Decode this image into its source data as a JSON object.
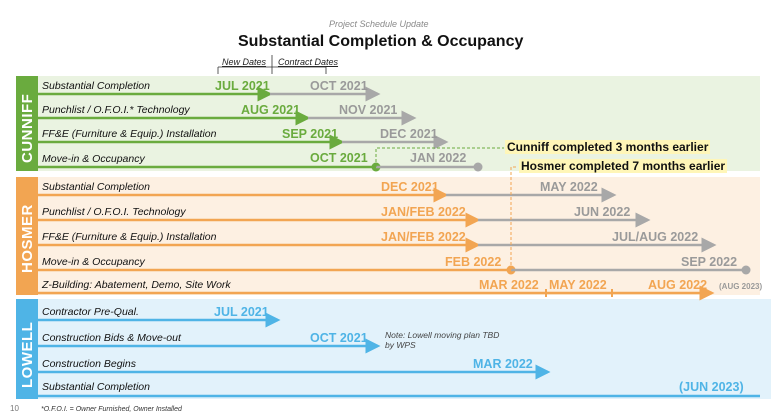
{
  "header": {
    "subtitle": "Project Schedule Update",
    "title": "Substantial Completion & Occupancy",
    "new_dates_label": "New Dates",
    "contract_dates_label": "Contract Dates"
  },
  "colors": {
    "cunniff": "#6aab3e",
    "cunniff_bg": "#eaf3e1",
    "hosmer": "#f2a552",
    "hosmer_bg": "#fdf0e2",
    "lowell": "#4fb4e6",
    "lowell_bg": "#e2f2fb",
    "contract": "#a8a8a8",
    "callout_bg": "#fff6b8"
  },
  "sections": [
    {
      "name": "CUNNIFF",
      "color_key": "cunniff",
      "rows": [
        {
          "label": "Substantial Completion",
          "new_date": "JUL 2021",
          "contract_date": "OCT 2021"
        },
        {
          "label": "Punchlist / O.F.O.I.* Technology",
          "new_date": "AUG 2021",
          "contract_date": "NOV 2021"
        },
        {
          "label": "FF&E (Furniture & Equip.) Installation",
          "new_date": "SEP 2021",
          "contract_date": "DEC 2021"
        },
        {
          "label": "Move-in & Occupancy",
          "new_date": "OCT 2021",
          "contract_date": "JAN 2022"
        }
      ]
    },
    {
      "name": "HOSMER",
      "color_key": "hosmer",
      "rows": [
        {
          "label": "Substantial Completion",
          "new_date": "DEC 2021",
          "contract_date": "MAY 2022"
        },
        {
          "label": "Punchlist / O.F.O.I. Technology",
          "new_date": "JAN/FEB 2022",
          "contract_date": "JUN 2022"
        },
        {
          "label": "FF&E (Furniture & Equip.) Installation",
          "new_date": "JAN/FEB 2022",
          "contract_date": "JUL/AUG 2022"
        },
        {
          "label": "Move-in & Occupancy",
          "new_date": "FEB 2022",
          "contract_date": "SEP 2022"
        },
        {
          "label": "Z-Building: Abatement, Demo, Site Work",
          "dates": [
            "MAR 2022",
            "MAY 2022",
            "AUG 2022"
          ],
          "contract_date": "(AUG 2023)"
        }
      ]
    },
    {
      "name": "LOWELL",
      "color_key": "lowell",
      "rows": [
        {
          "label": "Contractor Pre-Qual.",
          "new_date": "JUL 2021"
        },
        {
          "label": "Construction Bids & Move-out",
          "new_date": "OCT 2021",
          "note": "Note: Lowell moving plan TBD by WPS"
        },
        {
          "label": "Construction Begins",
          "new_date": "MAR 2022"
        },
        {
          "label": "Substantial Completion",
          "new_date": "(JUN 2023)"
        }
      ]
    }
  ],
  "callouts": {
    "cunniff": "Cunniff completed 3 months earlier",
    "hosmer": "Hosmer completed 7 months earlier"
  },
  "footnote": "*O.F.O.I. = Owner Furnished, Owner Installed",
  "page_number": "10"
}
